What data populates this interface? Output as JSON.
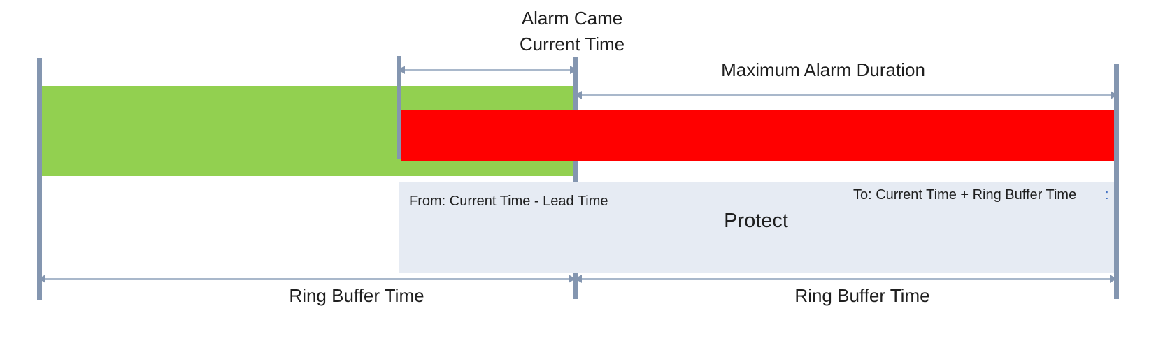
{
  "diagram": {
    "top_labels": {
      "alarm_came": {
        "line1": "Alarm Came",
        "line2": "Current Time"
      },
      "max_alarm_duration": "Maximum Alarm Duration"
    },
    "protect_box": {
      "from": "From: Current Time - Lead Time",
      "to": "To: Current Time + Ring Buffer Time",
      "colon": ":",
      "title": "Protect"
    },
    "bottom_labels": {
      "ring_buffer_left": "Ring Buffer Time",
      "ring_buffer_right": "Ring Buffer Time"
    },
    "colors": {
      "pre_record_bar": "#92d050",
      "alarm_record_bar": "#ff0000",
      "protect_box": "#e6ebf3",
      "tick": "#8496b0",
      "arrow": "#a9b8cb",
      "text": "#1f1f1f",
      "colon": "#4472c4"
    }
  }
}
